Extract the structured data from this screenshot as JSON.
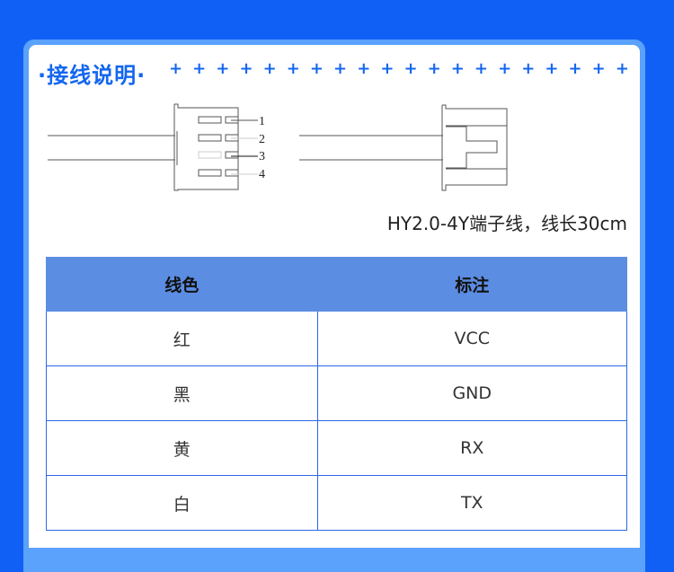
{
  "section_title": "·接线说明·",
  "plus_decoration": "+ + + + + + + + + + + + + + + + + + + +",
  "pin_labels": [
    "1",
    "2",
    "3",
    "4"
  ],
  "caption": "HY2.0-4Y端子线，线长30cm",
  "table": {
    "headers": [
      "线色",
      "标注"
    ],
    "rows": [
      [
        "红",
        "VCC"
      ],
      [
        "黑",
        "GND"
      ],
      [
        "黄",
        "RX"
      ],
      [
        "白",
        "TX"
      ]
    ]
  },
  "colors": {
    "background": "#1160f5",
    "accent": "#1466f0",
    "header": "#5b8de2"
  }
}
